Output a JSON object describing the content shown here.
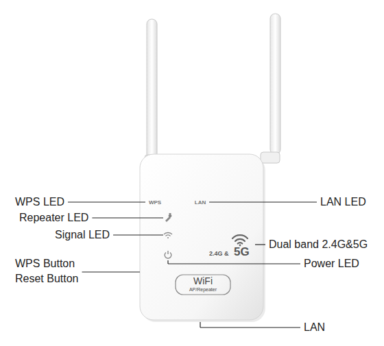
{
  "diagram": {
    "labels": [
      "WPS LED",
      "Repeater LED",
      "Signal LED",
      "WPS Button",
      "Reset Button",
      "LAN LED",
      "Dual band 2.4G&5G",
      "Power LED",
      "LAN",
      "WPS",
      "LAN",
      "2.4G &",
      "5G",
      "WiFi",
      "AP/Repeater"
    ]
  }
}
